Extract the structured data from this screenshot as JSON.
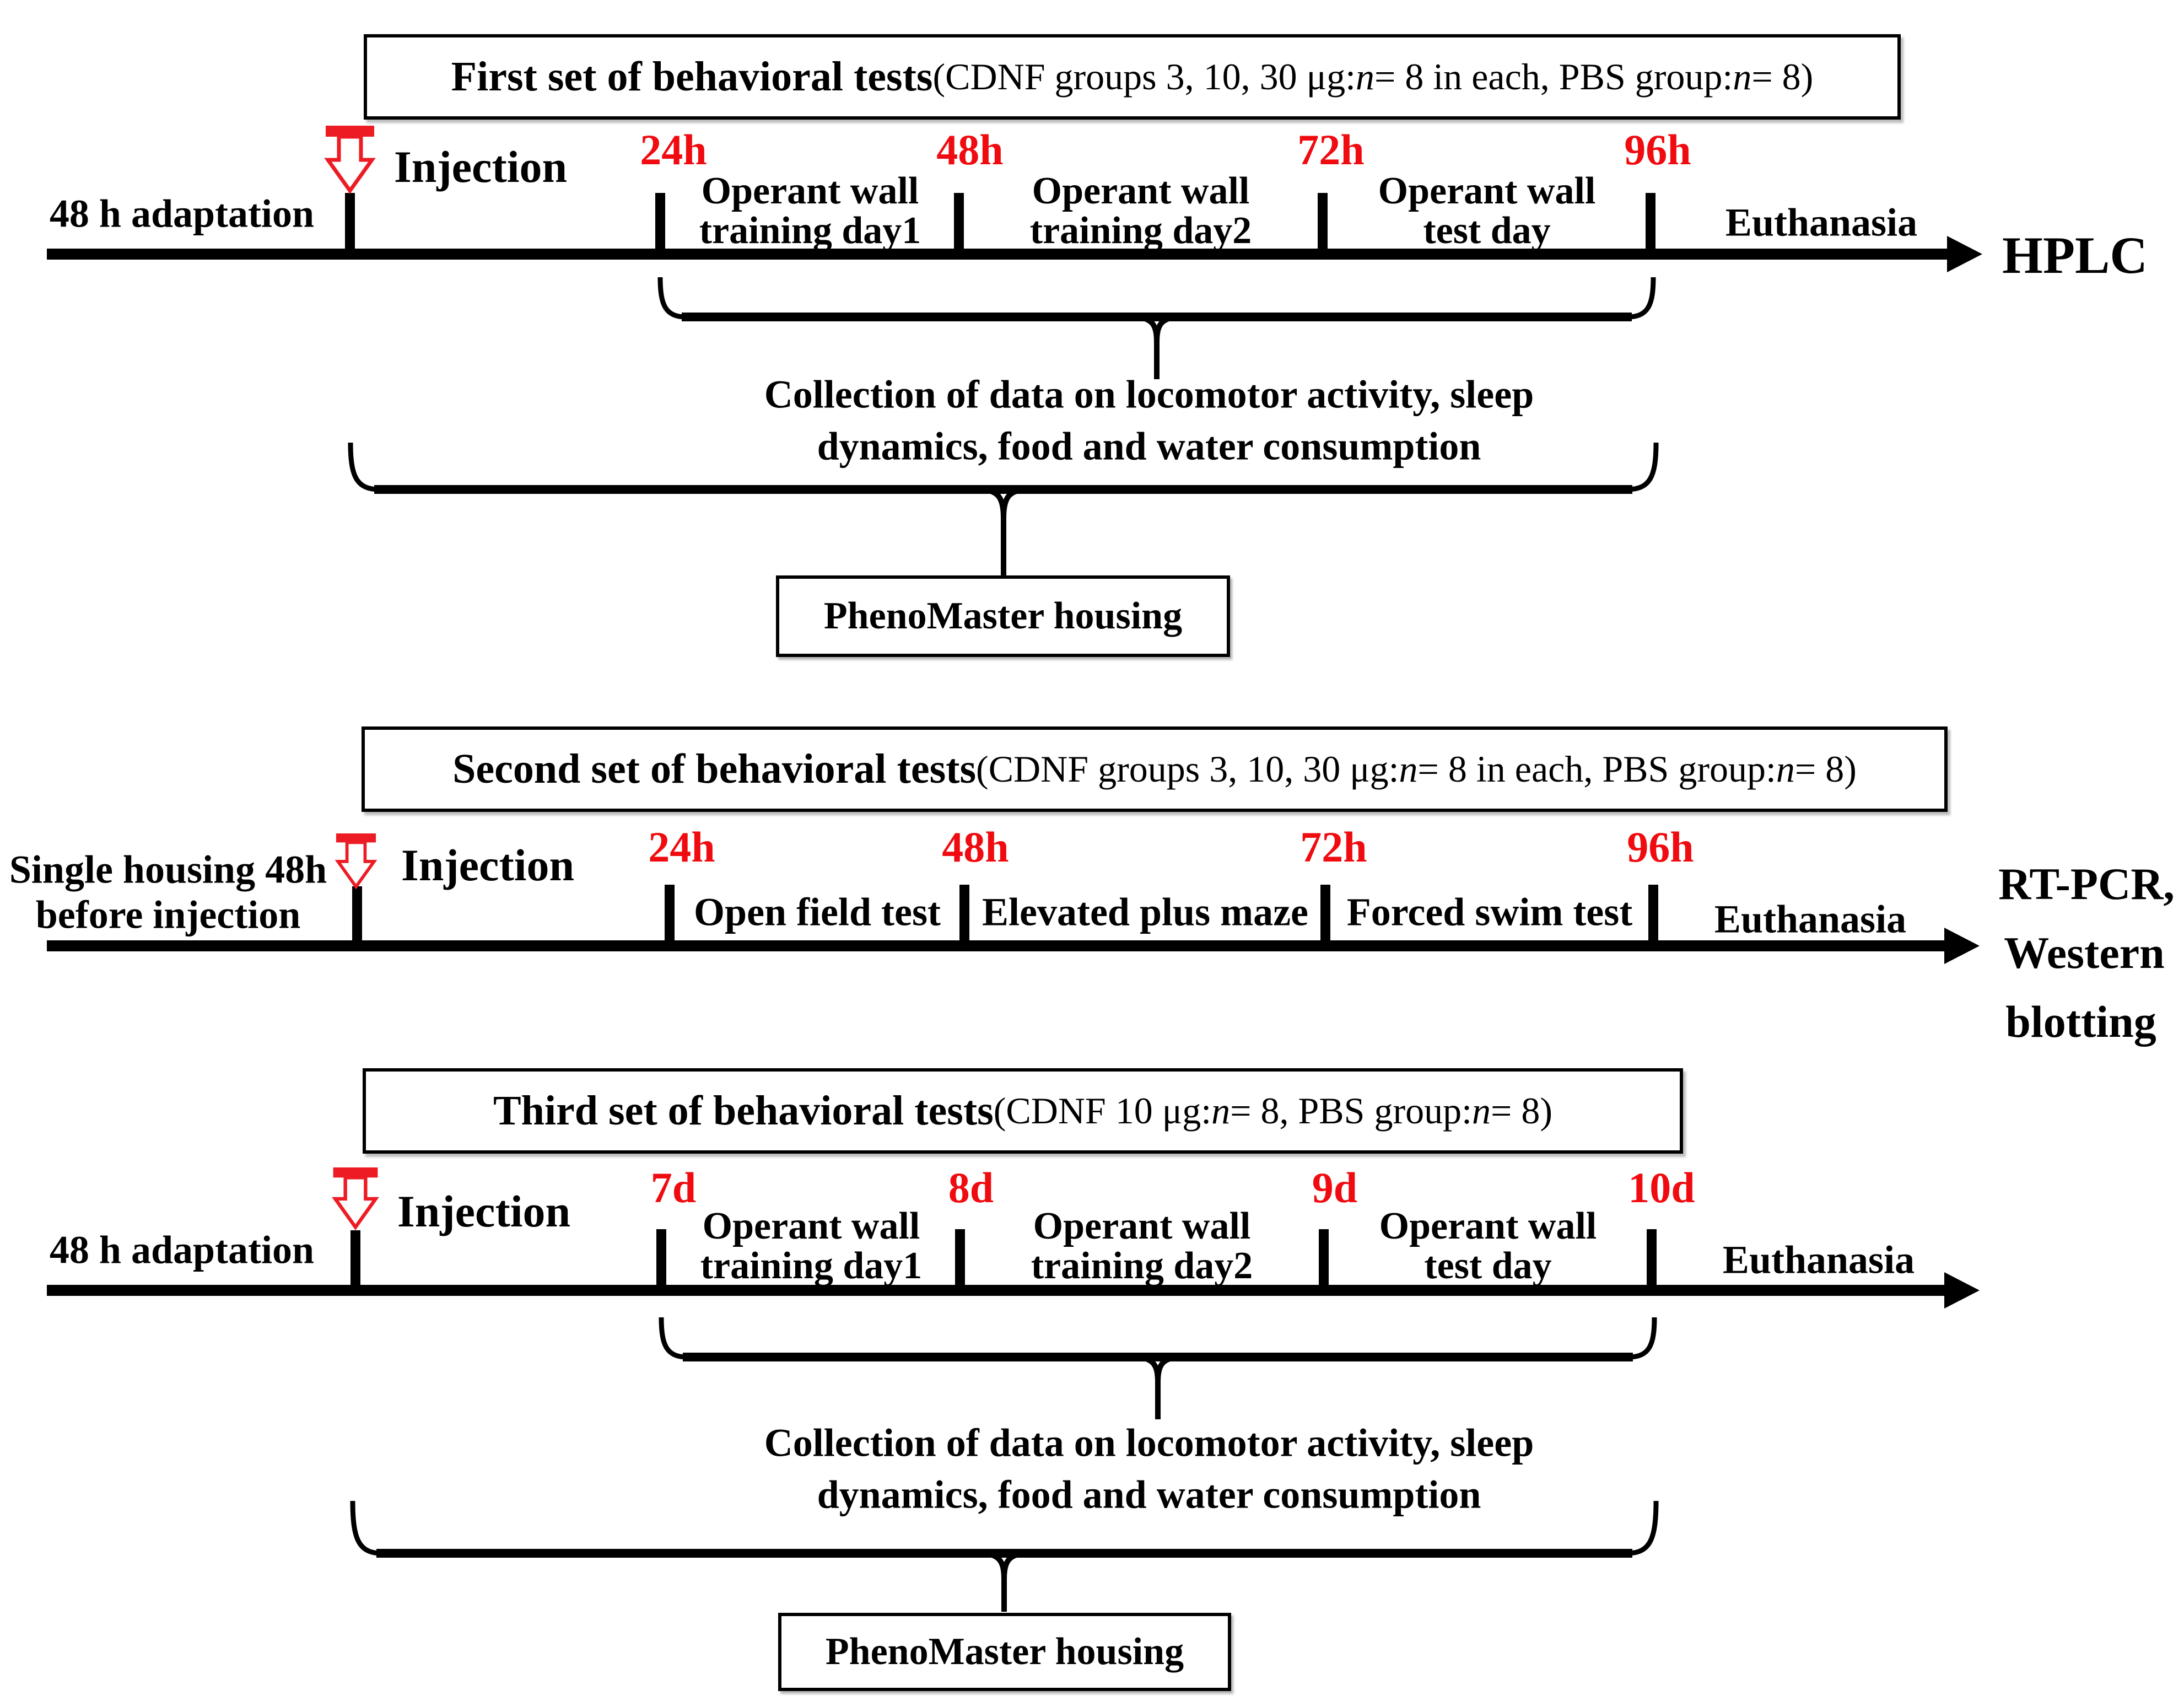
{
  "colors": {
    "red_label": "#ef0b0f",
    "arrow_red": "#ed1c24",
    "black": "#000000",
    "background": "#ffffff"
  },
  "set1": {
    "title": {
      "lead": "First set of behavioral tests",
      "pre": " (CDNF groups 3, 10, 30 μg: ",
      "n1": "n",
      "mid": " = 8 in each, PBS group: ",
      "n2": "n",
      "end": " = 8)"
    },
    "adaptation": "48 h adaptation",
    "injection": "Injection",
    "times": [
      "24h",
      "48h",
      "72h",
      "96h"
    ],
    "iv1a": "Operant wall",
    "iv1b": "training day1",
    "iv2a": "Operant wall",
    "iv2b": "training day2",
    "iv3a": "Operant wall",
    "iv3b": "test day",
    "euthanasia": "Euthanasia",
    "endpoint": "HPLC",
    "collection1": "Collection of data on locomotor activity,  sleep",
    "collection2": "dynamics, food and water consumption",
    "phenomaster": "PhenoMaster housing"
  },
  "set2": {
    "title": {
      "lead": "Second set of behavioral tests",
      "pre": " (CDNF groups 3, 10, 30 μg: ",
      "n1": "n",
      "mid": " = 8 in each, PBS group: ",
      "n2": "n",
      "end": " = 8)"
    },
    "housing1": "Single housing 48h",
    "housing2": "before injection",
    "injection": "Injection",
    "times": [
      "24h",
      "48h",
      "72h",
      "96h"
    ],
    "test1": "Open field test",
    "test2": "Elevated plus maze",
    "test3": "Forced swim test",
    "euthanasia": "Euthanasia",
    "endpoint1": "RT-PCR,",
    "endpoint2": "Western",
    "endpoint3": "blotting"
  },
  "set3": {
    "title": {
      "lead": "Third set of behavioral tests",
      "pre": " (CDNF 10 μg: ",
      "n1": "n",
      "mid": " = 8, PBS group: ",
      "n2": "n",
      "end": " = 8)"
    },
    "adaptation": "48 h adaptation",
    "injection": "Injection",
    "times": [
      "7d",
      "8d",
      "9d",
      "10d"
    ],
    "iv1a": "Operant wall",
    "iv1b": "training day1",
    "iv2a": "Operant wall",
    "iv2b": "training day2",
    "iv3a": "Operant wall",
    "iv3b": "test day",
    "euthanasia": "Euthanasia",
    "collection1": "Collection of data on locomotor activity,  sleep",
    "collection2": "dynamics, food and water consumption",
    "phenomaster": "PhenoMaster housing"
  }
}
